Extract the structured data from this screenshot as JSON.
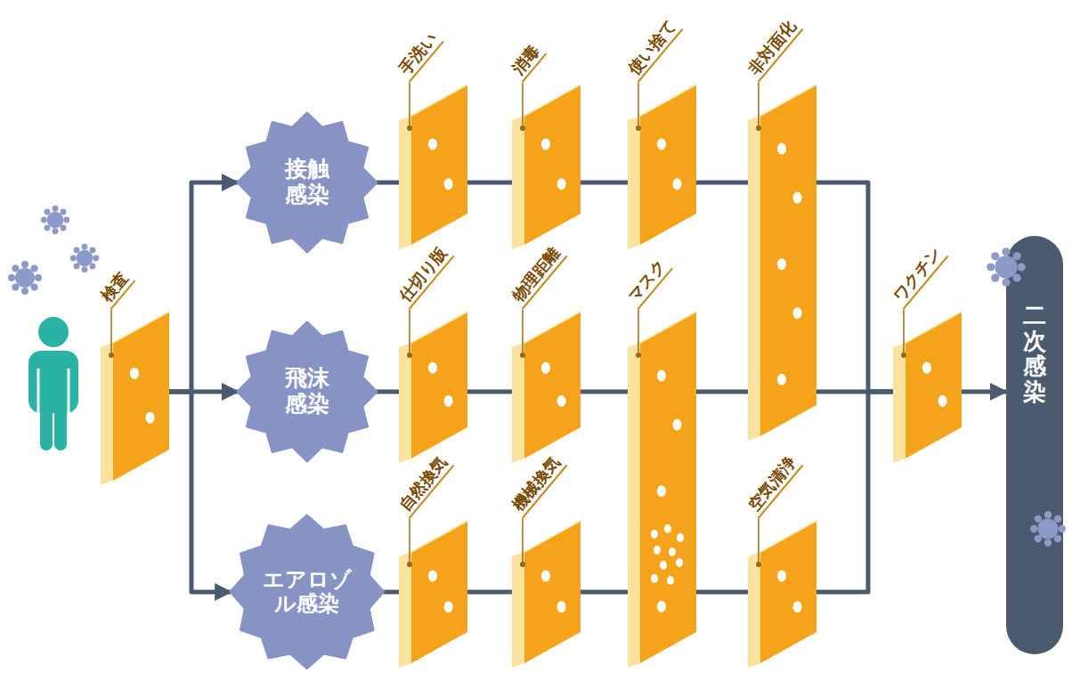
{
  "diagram": {
    "nodes": [
      {
        "text": [
          "検査"
        ]
      },
      {
        "text": [
          "接触感染"
        ]
      },
      {
        "text": [
          "飛沫感染"
        ]
      },
      {
        "text": [
          "エアロゾル感染"
        ]
      },
      {
        "text": [
          "手洗い"
        ]
      },
      {
        "text": [
          "消毒"
        ]
      },
      {
        "text": [
          "使い捨て"
        ]
      },
      {
        "text": [
          "非対面化"
        ]
      },
      {
        "text": [
          "仕切り版"
        ]
      },
      {
        "text": [
          "物理距離"
        ]
      },
      {
        "text": [
          "マスク"
        ]
      },
      {
        "text": [
          "自然換気"
        ]
      },
      {
        "text": [
          "機械換気"
        ]
      },
      {
        "text": [
          "空気清浄"
        ]
      },
      {
        "text": [
          "ワクチン"
        ]
      },
      {
        "text": [
          "二次感染"
        ]
      }
    ],
    "edges": [
      {
        "from": 0,
        "to": 1,
        "arrow": "to"
      },
      {
        "from": 0,
        "to": 2,
        "arrow": "to"
      },
      {
        "from": 0,
        "to": 3,
        "arrow": "to"
      },
      {
        "from": 1,
        "to": 4,
        "arrow": "none"
      },
      {
        "from": 4,
        "to": 5,
        "arrow": "none"
      },
      {
        "from": 5,
        "to": 6,
        "arrow": "none"
      },
      {
        "from": 6,
        "to": 7,
        "arrow": "none"
      },
      {
        "from": 7,
        "to": 14,
        "arrow": "none"
      },
      {
        "from": 2,
        "to": 8,
        "arrow": "none"
      },
      {
        "from": 8,
        "to": 9,
        "arrow": "none"
      },
      {
        "from": 9,
        "to": 10,
        "arrow": "none"
      },
      {
        "from": 10,
        "to": 7,
        "arrow": "none"
      },
      {
        "from": 7,
        "to": 14,
        "arrow": "none"
      },
      {
        "from": 3,
        "to": 11,
        "arrow": "none"
      },
      {
        "from": 11,
        "to": 12,
        "arrow": "none"
      },
      {
        "from": 12,
        "to": 10,
        "arrow": "none"
      },
      {
        "from": 10,
        "to": 13,
        "arrow": "none"
      },
      {
        "from": 13,
        "to": 14,
        "arrow": "none"
      },
      {
        "from": 14,
        "to": 15,
        "arrow": "to"
      }
    ]
  }
}
